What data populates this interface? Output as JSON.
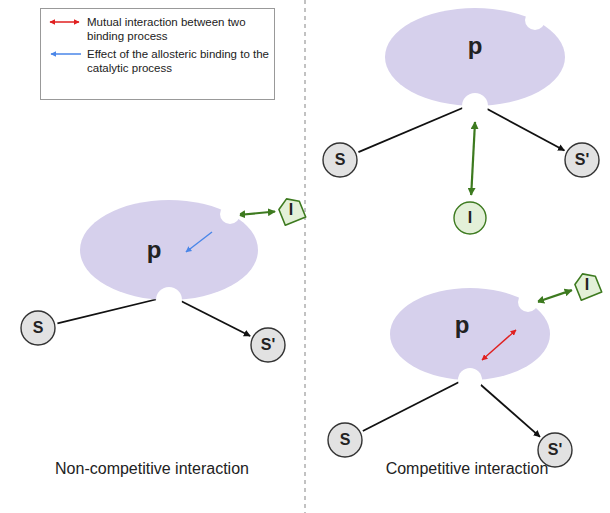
{
  "diagram": {
    "nodes": [
      {
        "text": [
          "p"
        ]
      },
      {
        "text": [
          "I"
        ]
      },
      {
        "text": [
          "S"
        ]
      },
      {
        "text": [
          "S'"
        ]
      },
      {
        "text": [
          "p"
        ]
      },
      {
        "text": [
          "S"
        ]
      },
      {
        "text": [
          "S'"
        ]
      },
      {
        "text": [
          "I"
        ]
      },
      {
        "text": [
          "p"
        ]
      },
      {
        "text": [
          "I"
        ]
      },
      {
        "text": [
          "S"
        ]
      },
      {
        "text": [
          "S'"
        ]
      }
    ],
    "edges": [
      {
        "from": 2,
        "to": 0,
        "arrow": "to"
      },
      {
        "from": 0,
        "to": 3,
        "arrow": "to"
      },
      {
        "from": 1,
        "to": 0,
        "arrow": "both"
      },
      {
        "from": 5,
        "to": 4,
        "arrow": "to"
      },
      {
        "from": 4,
        "to": 6,
        "arrow": "to"
      },
      {
        "from": 7,
        "to": 4,
        "arrow": "both"
      },
      {
        "from": 10,
        "to": 8,
        "arrow": "to"
      },
      {
        "from": 8,
        "to": 11,
        "arrow": "to"
      },
      {
        "from": 9,
        "to": 8,
        "arrow": "both"
      }
    ],
    "labels": [
      "Non-competitive interaction",
      "Competitive interaction"
    ],
    "legend": [
      {
        "text": "Mutual interaction between two binding process"
      },
      {
        "text": "Effect of the allosteric binding to the catalytic process"
      }
    ]
  }
}
